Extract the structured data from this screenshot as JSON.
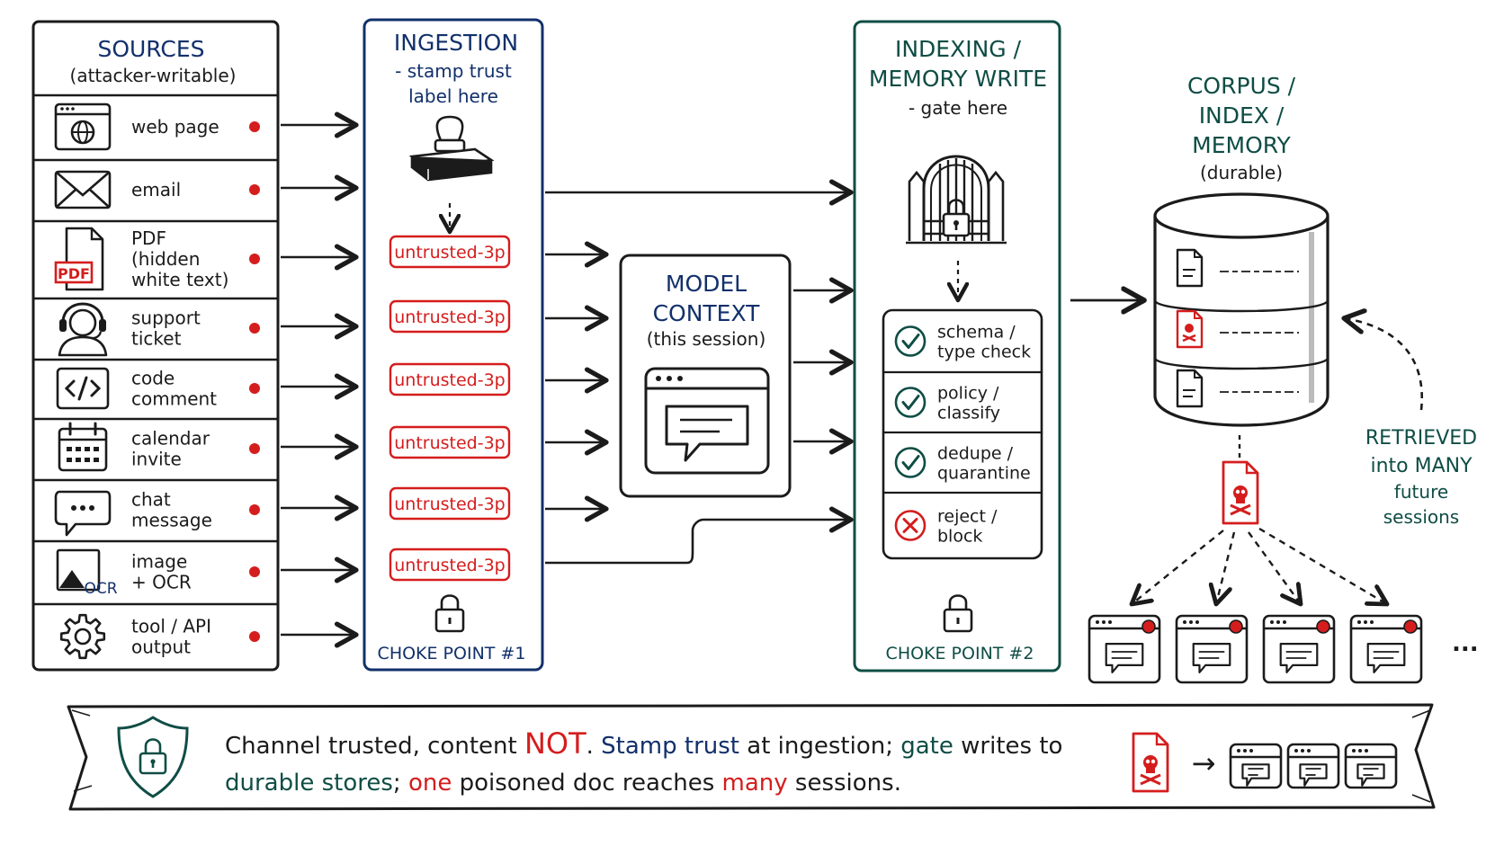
{
  "colors": {
    "ink": "#1b1b1b",
    "navy": "#12306b",
    "teal": "#0f4d45",
    "red": "#d51d1d",
    "gray": "#e8e8e8"
  },
  "sources": {
    "title": "SOURCES",
    "subtitle": "(attacker-writable)",
    "items": [
      {
        "icon": "browser-globe-icon",
        "lines": [
          "web page"
        ]
      },
      {
        "icon": "envelope-icon",
        "lines": [
          "email"
        ]
      },
      {
        "icon": "pdf-file-icon",
        "lines": [
          "PDF",
          "(hidden",
          "white text)"
        ],
        "badge": "PDF"
      },
      {
        "icon": "headset-agent-icon",
        "lines": [
          "support",
          "ticket"
        ]
      },
      {
        "icon": "code-brackets-icon",
        "lines": [
          "code",
          "comment"
        ]
      },
      {
        "icon": "calendar-icon",
        "lines": [
          "calendar",
          "invite"
        ]
      },
      {
        "icon": "chat-bubble-icon",
        "lines": [
          "chat",
          "message"
        ]
      },
      {
        "icon": "image-ocr-icon",
        "lines": [
          "image",
          "+ OCR"
        ],
        "badge": "OCR"
      },
      {
        "icon": "gear-icon",
        "lines": [
          "tool / API",
          "output"
        ]
      }
    ]
  },
  "ingestion": {
    "title": "INGESTION",
    "note_lines": [
      "- stamp trust",
      "label here"
    ],
    "stamp_icon": "rubber-stamp-icon",
    "label": "untrusted-3p",
    "choke": "CHOKE POINT #1",
    "lock_icon": "padlock-icon"
  },
  "model_context": {
    "title_lines": [
      "MODEL",
      "CONTEXT"
    ],
    "subtitle": "(this session)",
    "icon": "chat-window-icon"
  },
  "indexing": {
    "title_lines": [
      "INDEXING /",
      "MEMORY WRITE"
    ],
    "note": "- gate here",
    "gate_icon": "locked-gate-icon",
    "checks": [
      {
        "status": "pass",
        "icon": "check-circle-icon",
        "lines": [
          "schema /",
          "type check"
        ]
      },
      {
        "status": "pass",
        "icon": "check-circle-icon",
        "lines": [
          "policy /",
          "classify"
        ]
      },
      {
        "status": "pass",
        "icon": "check-circle-icon",
        "lines": [
          "dedupe /",
          "quarantine"
        ]
      },
      {
        "status": "fail",
        "icon": "x-circle-icon",
        "lines": [
          "reject /",
          "block"
        ]
      }
    ],
    "choke": "CHOKE POINT #2",
    "lock_icon": "padlock-icon"
  },
  "corpus": {
    "title_lines": [
      "CORPUS /",
      "INDEX /",
      "MEMORY"
    ],
    "subtitle": "(durable)",
    "icon": "database-cylinder-icon",
    "docs": [
      "document-icon",
      "poisoned-document-icon",
      "document-icon"
    ]
  },
  "retrieved": {
    "lines": [
      "RETRIEVED",
      "into MANY",
      "future",
      "sessions"
    ],
    "poison_icon": "poisoned-document-icon",
    "session_icon": "session-window-icon",
    "ellipsis": "..."
  },
  "banner": {
    "shield_icon": "shield-lock-icon",
    "line1": [
      {
        "text": "Channel trusted, content ",
        "color": "ink"
      },
      {
        "text": "NOT",
        "color": "red"
      },
      {
        "text": ". ",
        "color": "ink"
      },
      {
        "text": "Stamp trust",
        "color": "navy"
      },
      {
        "text": " at ingestion; ",
        "color": "ink"
      },
      {
        "text": "gate",
        "color": "teal"
      },
      {
        "text": " writes to",
        "color": "ink"
      }
    ],
    "line2": [
      {
        "text": "durable stores",
        "color": "teal"
      },
      {
        "text": "; ",
        "color": "ink"
      },
      {
        "text": "one",
        "color": "red"
      },
      {
        "text": " poisoned doc reaches ",
        "color": "ink"
      },
      {
        "text": "many",
        "color": "red"
      },
      {
        "text": " sessions.",
        "color": "ink"
      }
    ],
    "poison_icon": "poisoned-document-icon",
    "arrow": "→",
    "session_icon": "session-window-icon"
  }
}
